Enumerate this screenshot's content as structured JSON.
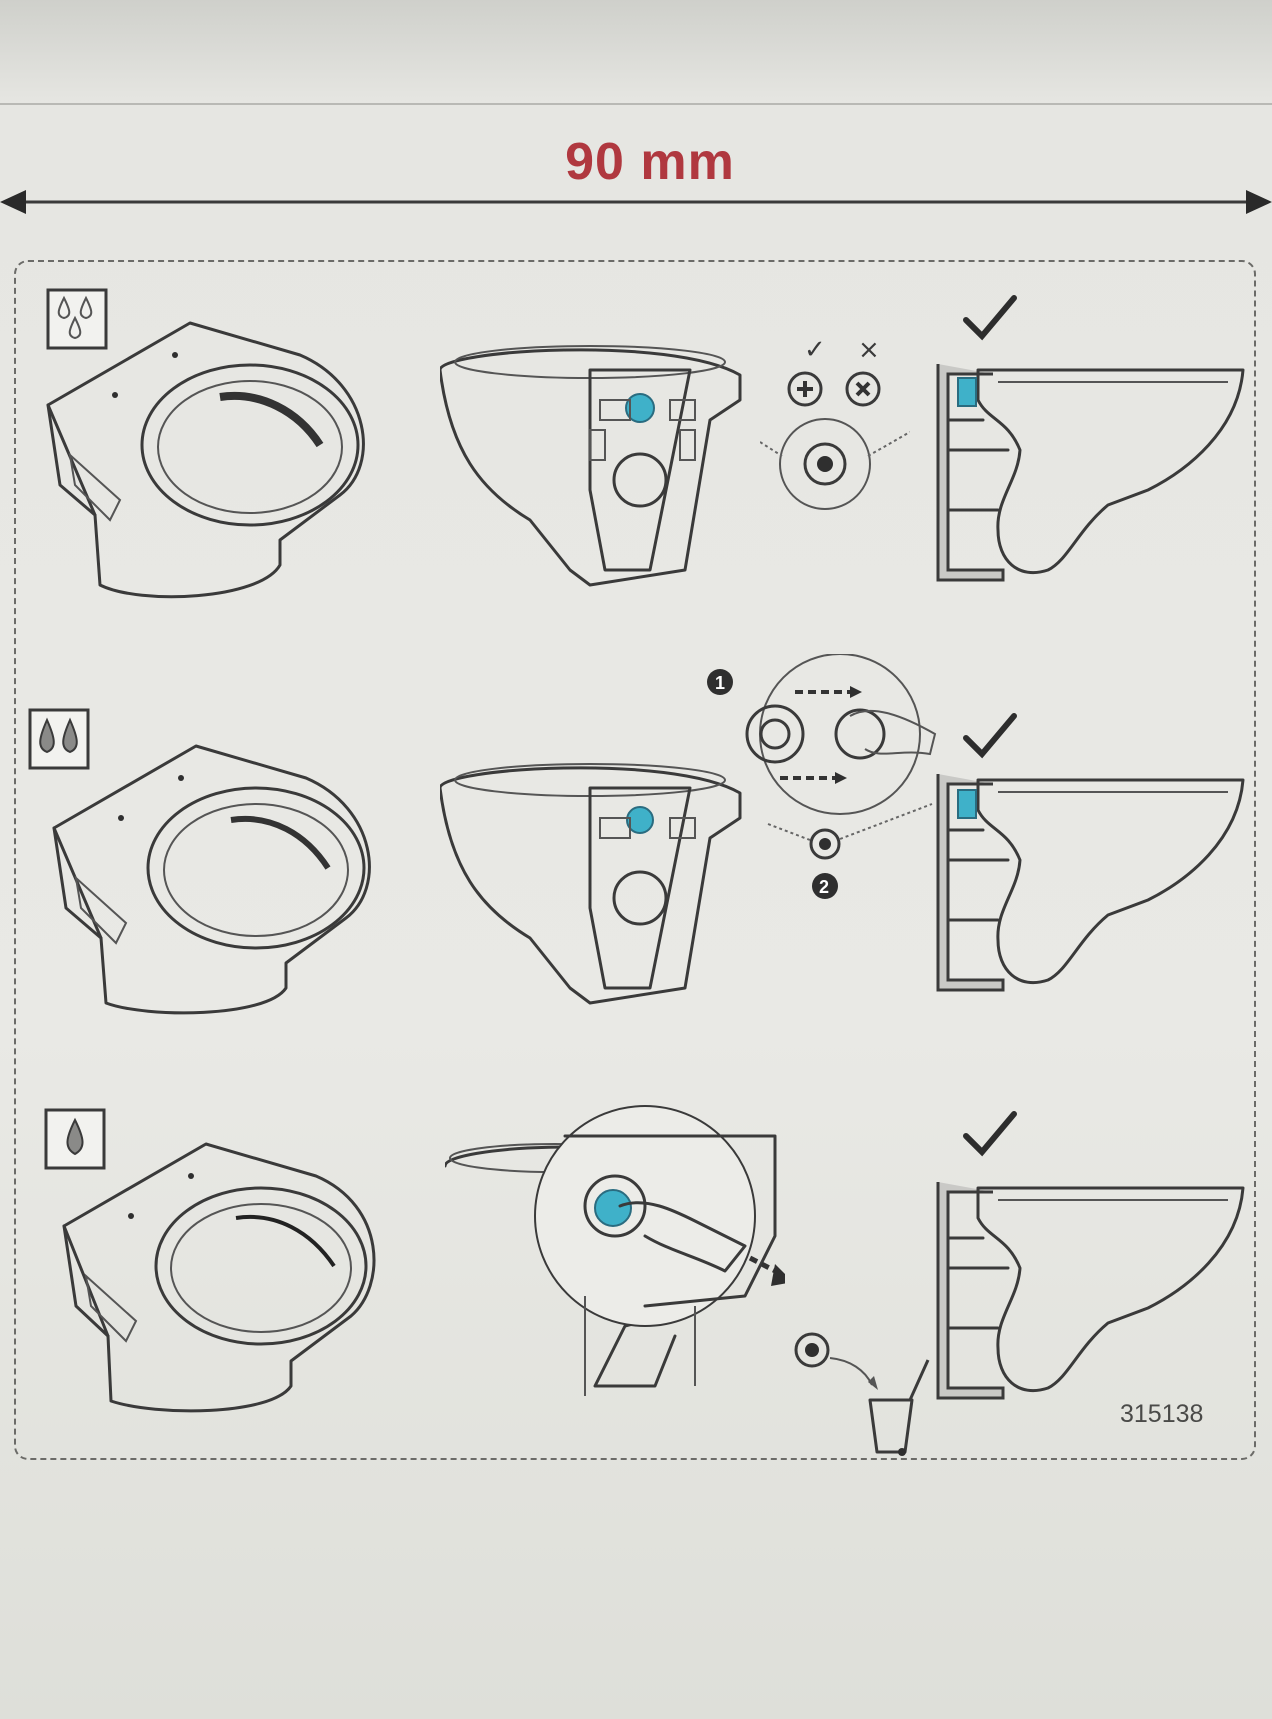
{
  "dimension": {
    "label": "90 mm"
  },
  "rows": [
    {
      "flush_icon": "three-drops-icon",
      "ok_mark": "checkmark-icon",
      "choice_ok": "✓",
      "choice_bad": "×"
    },
    {
      "flush_icon": "two-drops-icon",
      "ok_mark": "checkmark-icon",
      "step_1": "1",
      "step_2": "2"
    },
    {
      "flush_icon": "one-drop-icon",
      "ok_mark": "checkmark-icon"
    }
  ],
  "document_code": "315138",
  "colors": {
    "dimension_red": "#b0383f",
    "insert_blue": "#3fb1c9",
    "line": "#3a3a3a"
  }
}
